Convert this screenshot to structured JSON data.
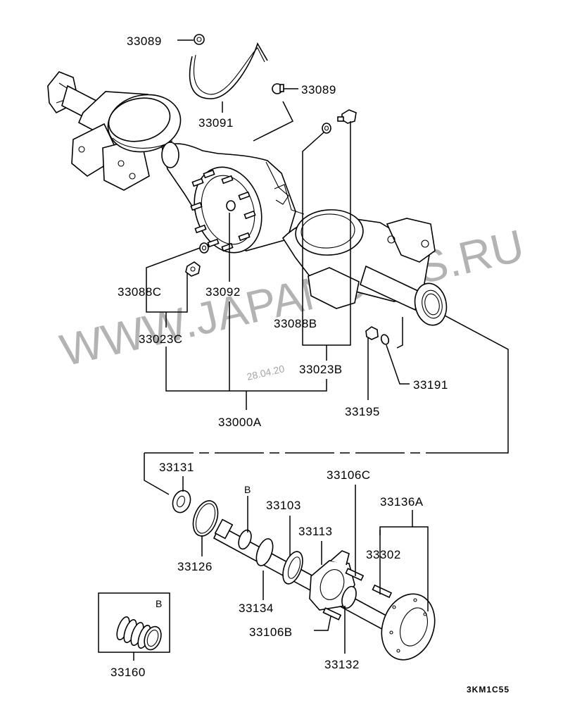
{
  "diagram": {
    "title_code": "3KM1C55",
    "watermark": "WWW.JAPANCATS.RU",
    "date_stamp": "28.04.20",
    "inset_marker": "B",
    "callouts": [
      {
        "id": "33089_top",
        "label": "33089",
        "part": "hose clip"
      },
      {
        "id": "33091",
        "label": "33091",
        "part": "breather hose"
      },
      {
        "id": "33089_mid",
        "label": "33089",
        "part": "hose clip"
      },
      {
        "id": "33088C",
        "label": "33088C",
        "part": "gasket"
      },
      {
        "id": "33092",
        "label": "33092",
        "part": "breather plug"
      },
      {
        "id": "33023C",
        "label": "33023C",
        "part": "drain plug set"
      },
      {
        "id": "33088B",
        "label": "33088B",
        "part": "gasket"
      },
      {
        "id": "33023B",
        "label": "33023B",
        "part": "filler plug set"
      },
      {
        "id": "33000A",
        "label": "33000A",
        "part": "rear axle housing assembly"
      },
      {
        "id": "33195",
        "label": "33195",
        "part": "nut"
      },
      {
        "id": "33191",
        "label": "33191",
        "part": "washer"
      },
      {
        "id": "33131",
        "label": "33131",
        "part": "oil seal"
      },
      {
        "id": "33126",
        "label": "33126",
        "part": "o-ring"
      },
      {
        "id": "33103",
        "label": "33103",
        "part": "bearing"
      },
      {
        "id": "33113",
        "label": "33113",
        "part": "bearing retainer"
      },
      {
        "id": "33106C",
        "label": "33106C",
        "part": "bolt"
      },
      {
        "id": "33136A",
        "label": "33136A",
        "part": "axle shaft assembly"
      },
      {
        "id": "33302",
        "label": "33302",
        "part": "hub bolt"
      },
      {
        "id": "33134",
        "label": "33134",
        "part": "spacer"
      },
      {
        "id": "33106B",
        "label": "33106B",
        "part": "bolt"
      },
      {
        "id": "33132",
        "label": "33132",
        "part": "retainer ring"
      },
      {
        "id": "33160",
        "label": "33160",
        "part": "shim set"
      },
      {
        "id": "B_marker",
        "label": "B",
        "part": "shim position"
      }
    ]
  }
}
